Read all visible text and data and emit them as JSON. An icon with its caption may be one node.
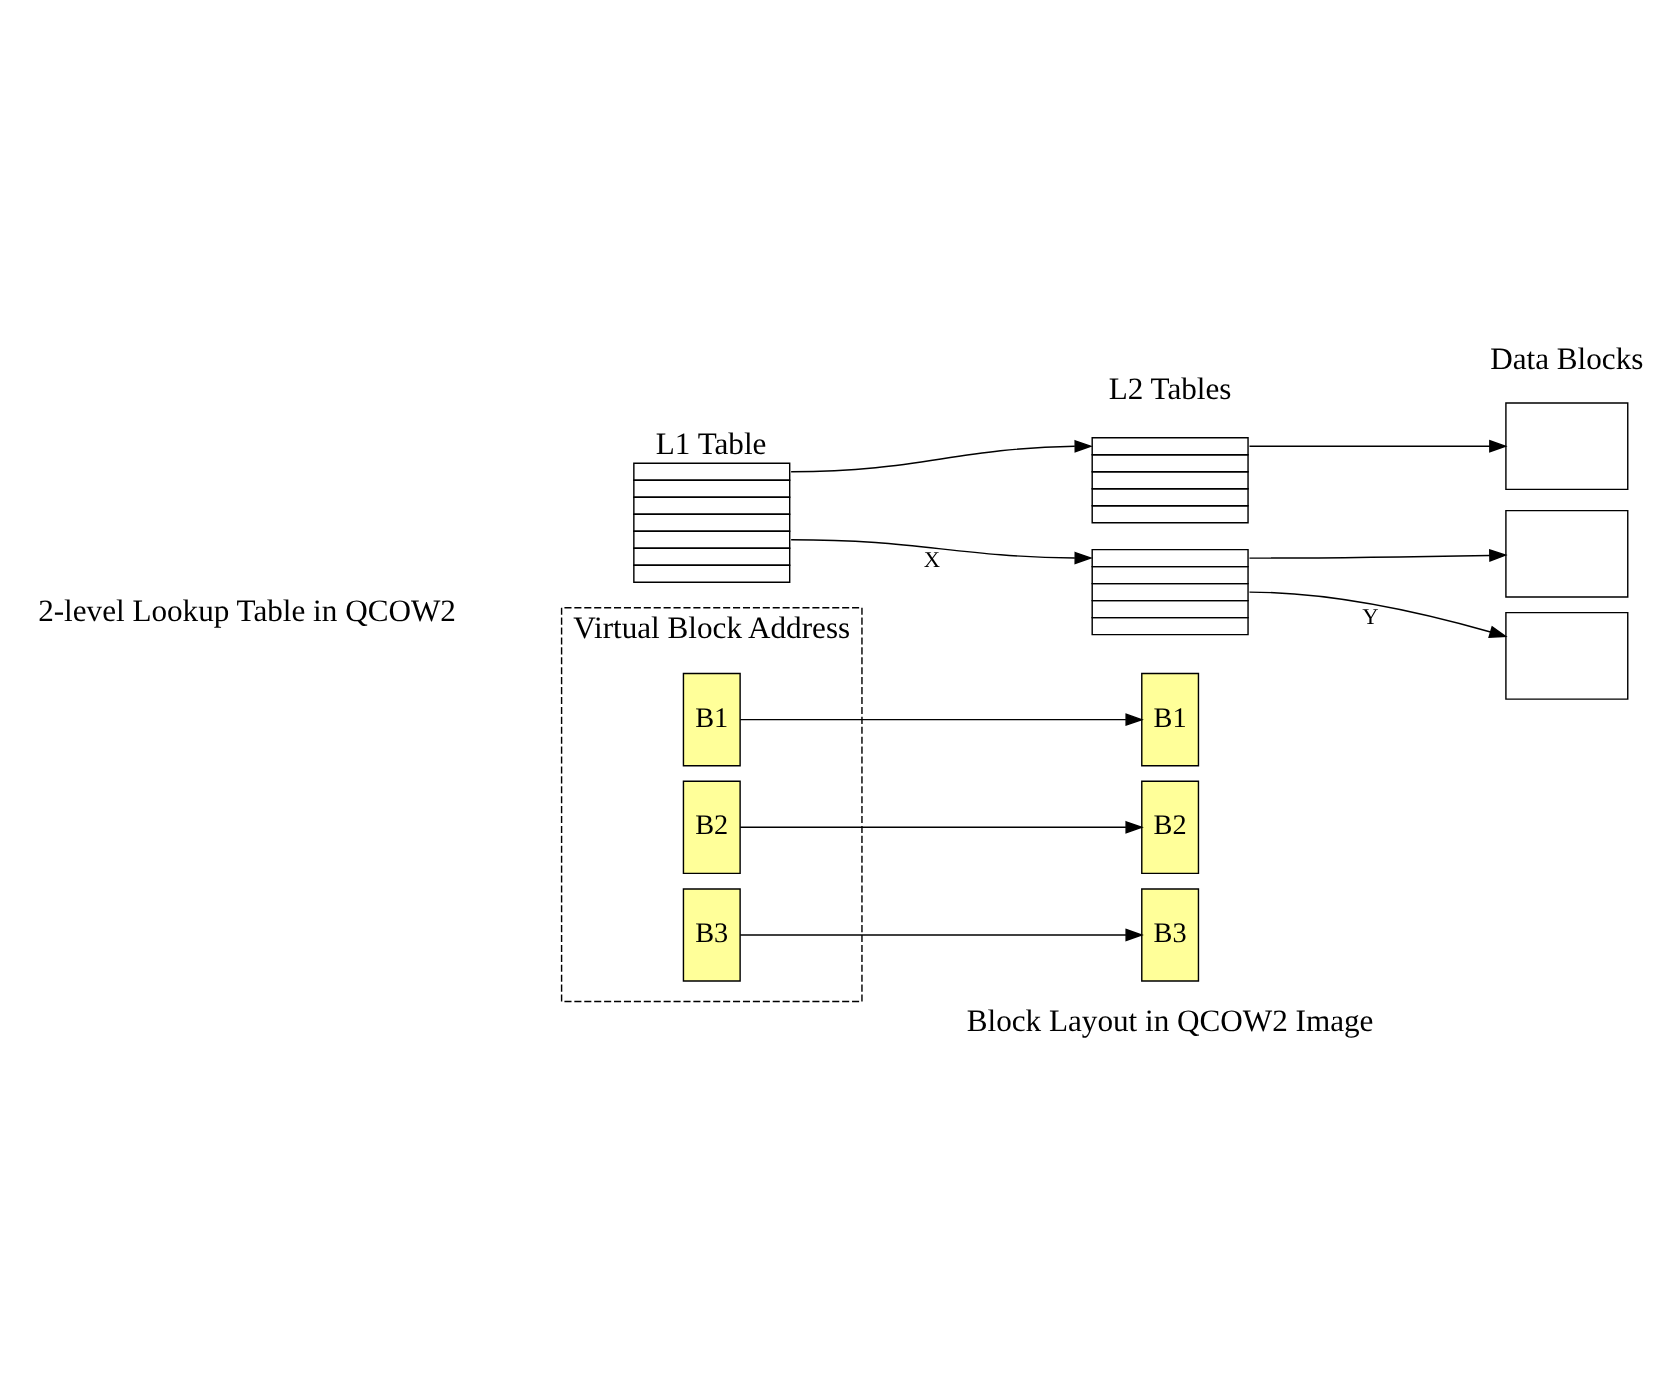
{
  "diagram": {
    "nodes": [
      {
        "text": [
          "L1 Table"
        ]
      },
      {
        "text": [],
        "shape": "table"
      },
      {
        "text": [],
        "shape": "table"
      },
      {
        "text": [],
        "shape": "box"
      },
      {
        "text": [],
        "shape": "box"
      },
      {
        "text": [],
        "shape": "box"
      },
      {
        "text": [],
        "shape": "box",
        "beside": [
          "Virtual Block Address"
        ]
      },
      {
        "text": [
          "B1"
        ],
        "in": 6
      },
      {
        "text": [
          "B2"
        ],
        "in": 6
      },
      {
        "text": [
          "B3"
        ],
        "in": 6
      },
      {
        "text": [
          "B1"
        ]
      },
      {
        "text": [
          "B2"
        ]
      },
      {
        "text": [
          "B3"
        ]
      }
    ],
    "edges": [
      {
        "from": 0,
        "to": 1,
        "arrow": "to"
      },
      {
        "from": 0,
        "to": 2,
        "arrow": "to",
        "label": "X"
      },
      {
        "from": 1,
        "to": 3,
        "arrow": "to"
      },
      {
        "from": 2,
        "to": 4,
        "arrow": "to"
      },
      {
        "from": 2,
        "to": 5,
        "arrow": "to",
        "label": "Y"
      },
      {
        "from": 7,
        "to": 10,
        "arrow": "to"
      },
      {
        "from": 8,
        "to": 11,
        "arrow": "to"
      },
      {
        "from": 9,
        "to": 12,
        "arrow": "to"
      }
    ],
    "labels": [
      "2-level Lookup Table in QCOW2",
      "L2 Tables",
      "Data Blocks",
      "Block Layout in QCOW2 Image"
    ]
  }
}
